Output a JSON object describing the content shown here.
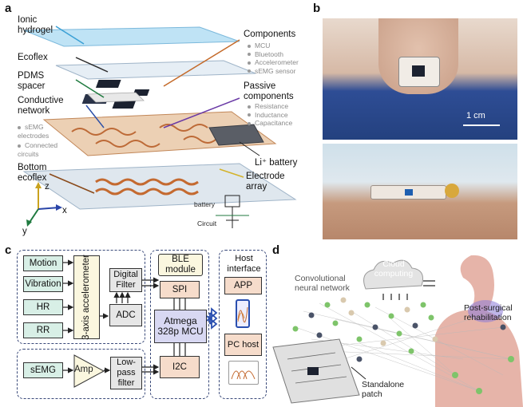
{
  "panel_a": {
    "letter": "a",
    "left_labels": {
      "ionic_hydrogel": "Ionic hydrogel",
      "ecoflex": "Ecoflex",
      "pdms_spacer": "PDMS spacer",
      "conductive_network": "Conductive network",
      "conductive_subs": [
        "sEMG electrodes",
        "Connected circuits"
      ],
      "bottom_ecoflex": "Bottom ecoflex"
    },
    "components": {
      "title": "Components",
      "items": [
        "MCU",
        "Bluetooth",
        "Accelerometer",
        "sEMG sensor"
      ]
    },
    "passive": {
      "title": "Passive components",
      "items": [
        "Resistance",
        "Inductance",
        "Capacitance"
      ]
    },
    "battery_label": "Li⁺ battery",
    "electrode_array": "Electrode array",
    "axes": {
      "z": "z",
      "x": "x",
      "y": "y"
    },
    "inset": {
      "battery": "battery",
      "circuit": "Circuit"
    }
  },
  "panel_b": {
    "letter": "b",
    "scale": "1 cm"
  },
  "panel_c": {
    "letter": "c",
    "sensors": [
      "Motion",
      "Vibration",
      "HR",
      "RR"
    ],
    "accelerometer": "3-axis accelerometer",
    "digital_filter": "Digital Filter",
    "adc": "ADC",
    "semg": "sEMG",
    "amp": "Amp",
    "lowpass": "Low-pass filter",
    "ble_module": "BLE module",
    "spi": "SPI",
    "mcu": "Atmega 328p MCU",
    "i2c": "I2C",
    "host_interface": "Host interface",
    "app": "APP",
    "pc_host": "PC host",
    "colors": {
      "green": "#d8efe6",
      "grey": "#e6e6e6",
      "orange": "#f6dccb",
      "purple": "#d8d8f2",
      "bluetooth": "#2a4fb0"
    }
  },
  "panel_d": {
    "letter": "d",
    "cnn": "Convolutional neural network",
    "cloud": "Cloud computing",
    "rehab": "Post-surgical rehabilitation",
    "patch": "Standalone patch"
  }
}
